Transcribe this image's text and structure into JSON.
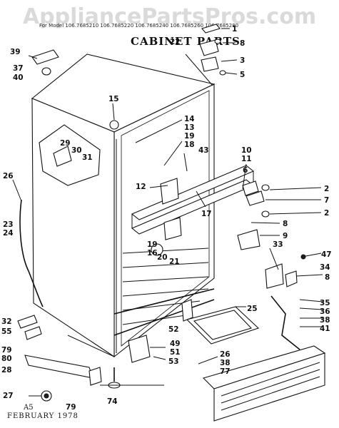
{
  "watermark": "AppliancePartsPros.com",
  "title": "CABINET PARTS",
  "models_line": "For Model 106.7685210  106.7685220  106.7685240  106.7685260  106.7685280",
  "footer": {
    "code": "A5",
    "date": "FEBRUARY 1978"
  },
  "callouts": {
    "c1": "1",
    "c22": "22",
    "c8a": "8",
    "c3": "3",
    "c5": "5",
    "c39": "39",
    "c37": "37",
    "c40": "40",
    "c15": "15",
    "c14": "14",
    "c13": "13",
    "c19a": "19",
    "c18": "18",
    "c43": "43",
    "c29": "29",
    "c30": "30",
    "c31": "31",
    "c10": "10",
    "c11": "11",
    "c6": "6",
    "c2a": "2",
    "c7": "7",
    "c2b": "2",
    "c26a": "26",
    "c12": "12",
    "c17": "17",
    "c8b": "8",
    "c9": "9",
    "c23": "23",
    "c24": "24",
    "c19b": "19",
    "c16": "16",
    "c20": "20",
    "c21": "21",
    "c33": "33",
    "c47": "47",
    "c34": "34",
    "c8c": "8",
    "c35": "35",
    "c36": "36",
    "c38a": "38",
    "c41": "41",
    "c25": "25",
    "c32": "32",
    "c55": "55",
    "c52": "52",
    "c49": "49",
    "c79a": "79",
    "c80": "80",
    "c28": "28",
    "c27": "27",
    "c79b": "79",
    "c51": "51",
    "c26b": "26",
    "c38b": "38",
    "c77": "77",
    "c53": "53",
    "c74": "74"
  }
}
